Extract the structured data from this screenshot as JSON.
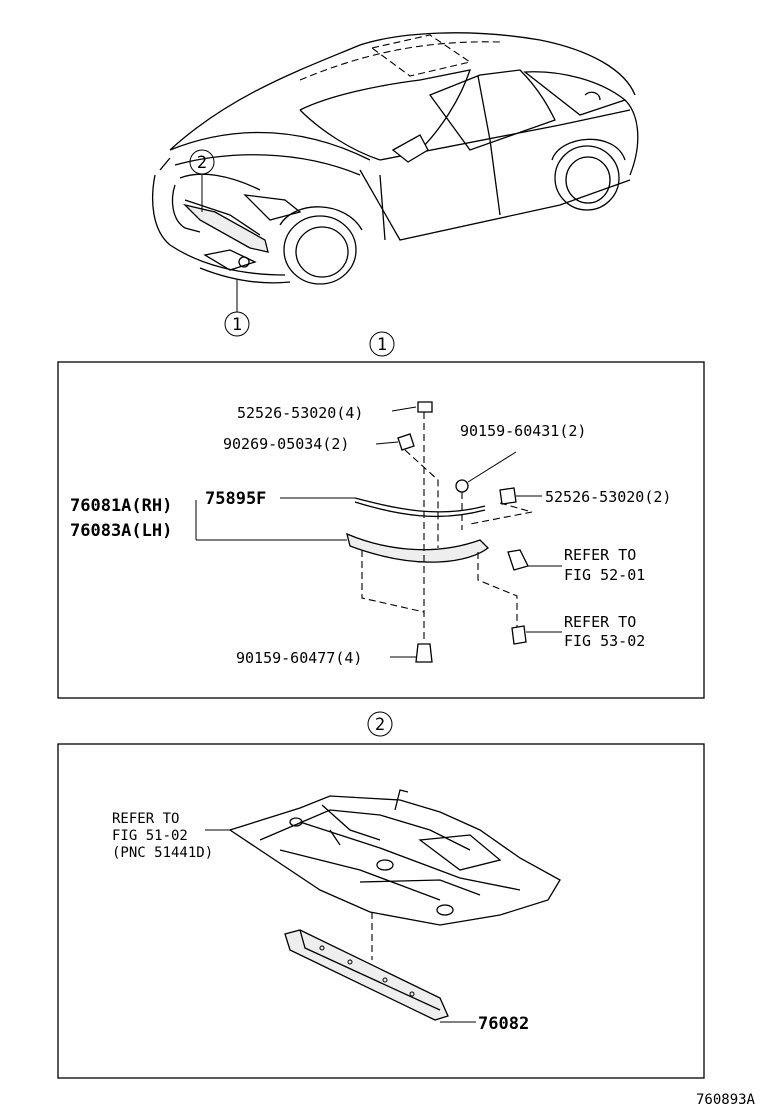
{
  "diagram": {
    "callouts": {
      "one": "1",
      "two": "2"
    },
    "section1": {
      "labels": {
        "clip_top": "52526-53020(4)",
        "nut": "90269-05034(2)",
        "screw_right": "90159-60431(2)",
        "clip_right": "52526-53020(2)",
        "molding": "75895F",
        "garnish_rh": "76081A(RH)",
        "garnish_lh": "76083A(LH)",
        "refer1_a": "REFER TO",
        "refer1_b": "FIG 52-01",
        "refer2_a": "REFER TO",
        "refer2_b": "FIG 53-02",
        "screw_bottom": "90159-60477(4)"
      }
    },
    "section2": {
      "labels": {
        "refer_a": "REFER TO",
        "refer_b": "FIG 51-02",
        "refer_c": "(PNC 51441D)",
        "spoiler": "76082"
      }
    },
    "figure_code": "760893A"
  }
}
